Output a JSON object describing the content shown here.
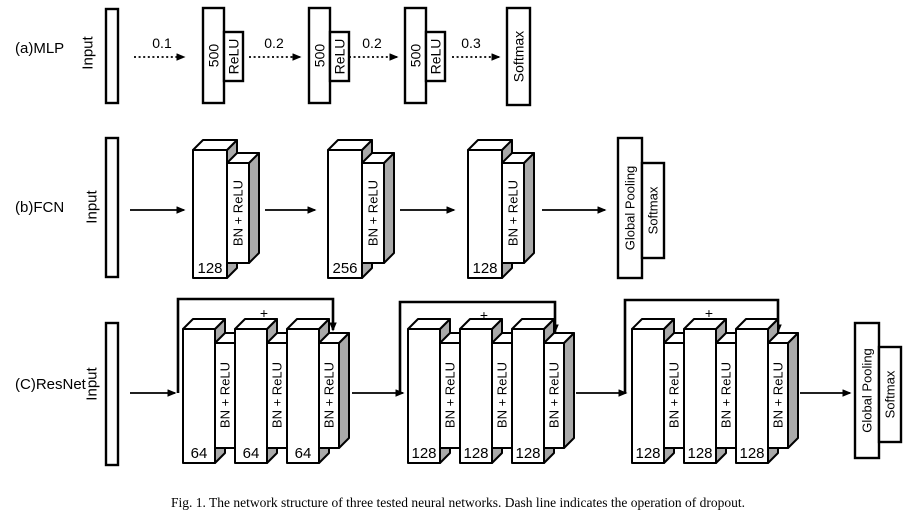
{
  "colors": {
    "stroke": "#000000",
    "box_fill": "#ffffff",
    "side_face": "#a9a9a9"
  },
  "mlp": {
    "row_label": "(a)MLP",
    "input_label": "Input",
    "dropout_rates": [
      "0.1",
      "0.2",
      "0.2",
      "0.3"
    ],
    "layers": [
      {
        "units": "500",
        "activation": "ReLU"
      },
      {
        "units": "500",
        "activation": "ReLU"
      },
      {
        "units": "500",
        "activation": "ReLU"
      }
    ],
    "output_label": "Softmax"
  },
  "fcn": {
    "row_label": "(b)FCN",
    "input_label": "Input",
    "layers": [
      {
        "filters": "128",
        "op": "BN + ReLU"
      },
      {
        "filters": "256",
        "op": "BN + ReLU"
      },
      {
        "filters": "128",
        "op": "BN + ReLU"
      }
    ],
    "pooling_label": "Global Pooling",
    "output_label": "Softmax"
  },
  "resnet": {
    "row_label": "(C)ResNet",
    "input_label": "Input",
    "plus_label": "+",
    "op_label": "BN + ReLU",
    "groups": [
      {
        "filters": [
          "64",
          "64",
          "64"
        ]
      },
      {
        "filters": [
          "128",
          "128",
          "128"
        ]
      },
      {
        "filters": [
          "128",
          "128",
          "128"
        ]
      }
    ],
    "pooling_label": "Global Pooling",
    "output_label": "Softmax"
  },
  "caption": "Fig. 1. The network structure of three tested neural networks. Dash line indicates the operation of dropout."
}
